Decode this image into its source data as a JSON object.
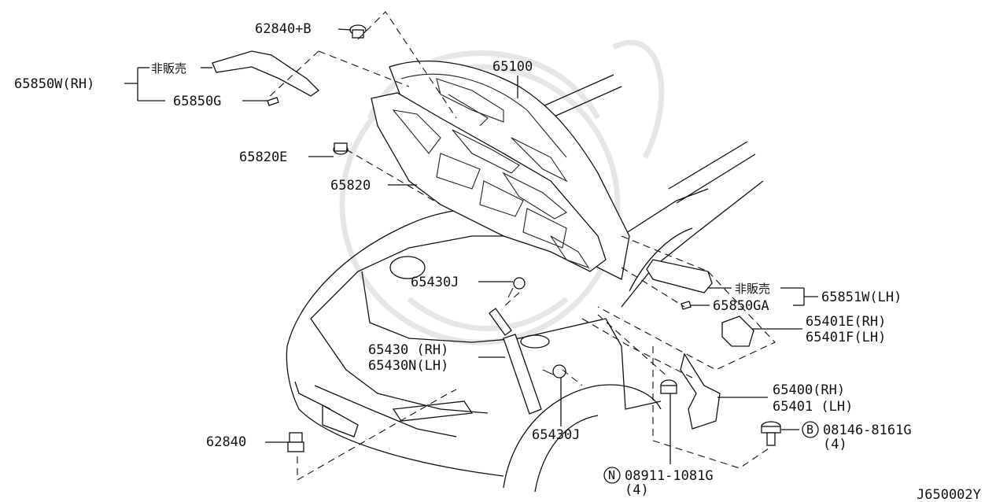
{
  "labels": {
    "p62840B": "62840+B",
    "hanbai1": "非販売",
    "p65850W": "65850W(RH)",
    "p65850G": "65850G",
    "p65100": "65100",
    "p65820E": "65820E",
    "p65820": "65820",
    "p65430J_top": "65430J",
    "hanbai2": "非販売",
    "p65850GA": "65850GA",
    "p65851W": "65851W(LH)",
    "p65401E": "65401E(RH)",
    "p65401F": "65401F(LH)",
    "p65430": "65430 (RH)",
    "p65430N": "65430N(LH)",
    "p65400": "65400(RH)",
    "p65401": "65401 (LH)",
    "p65430J_bot": "65430J",
    "p62840": "62840",
    "bolt_prefix": "B",
    "bolt_code": "08146-8161G",
    "bolt_qty": "(4)",
    "nut_prefix": "N",
    "nut_code": "08911-1081G",
    "nut_qty": "(4)",
    "diagram_id": "J650002Y"
  }
}
